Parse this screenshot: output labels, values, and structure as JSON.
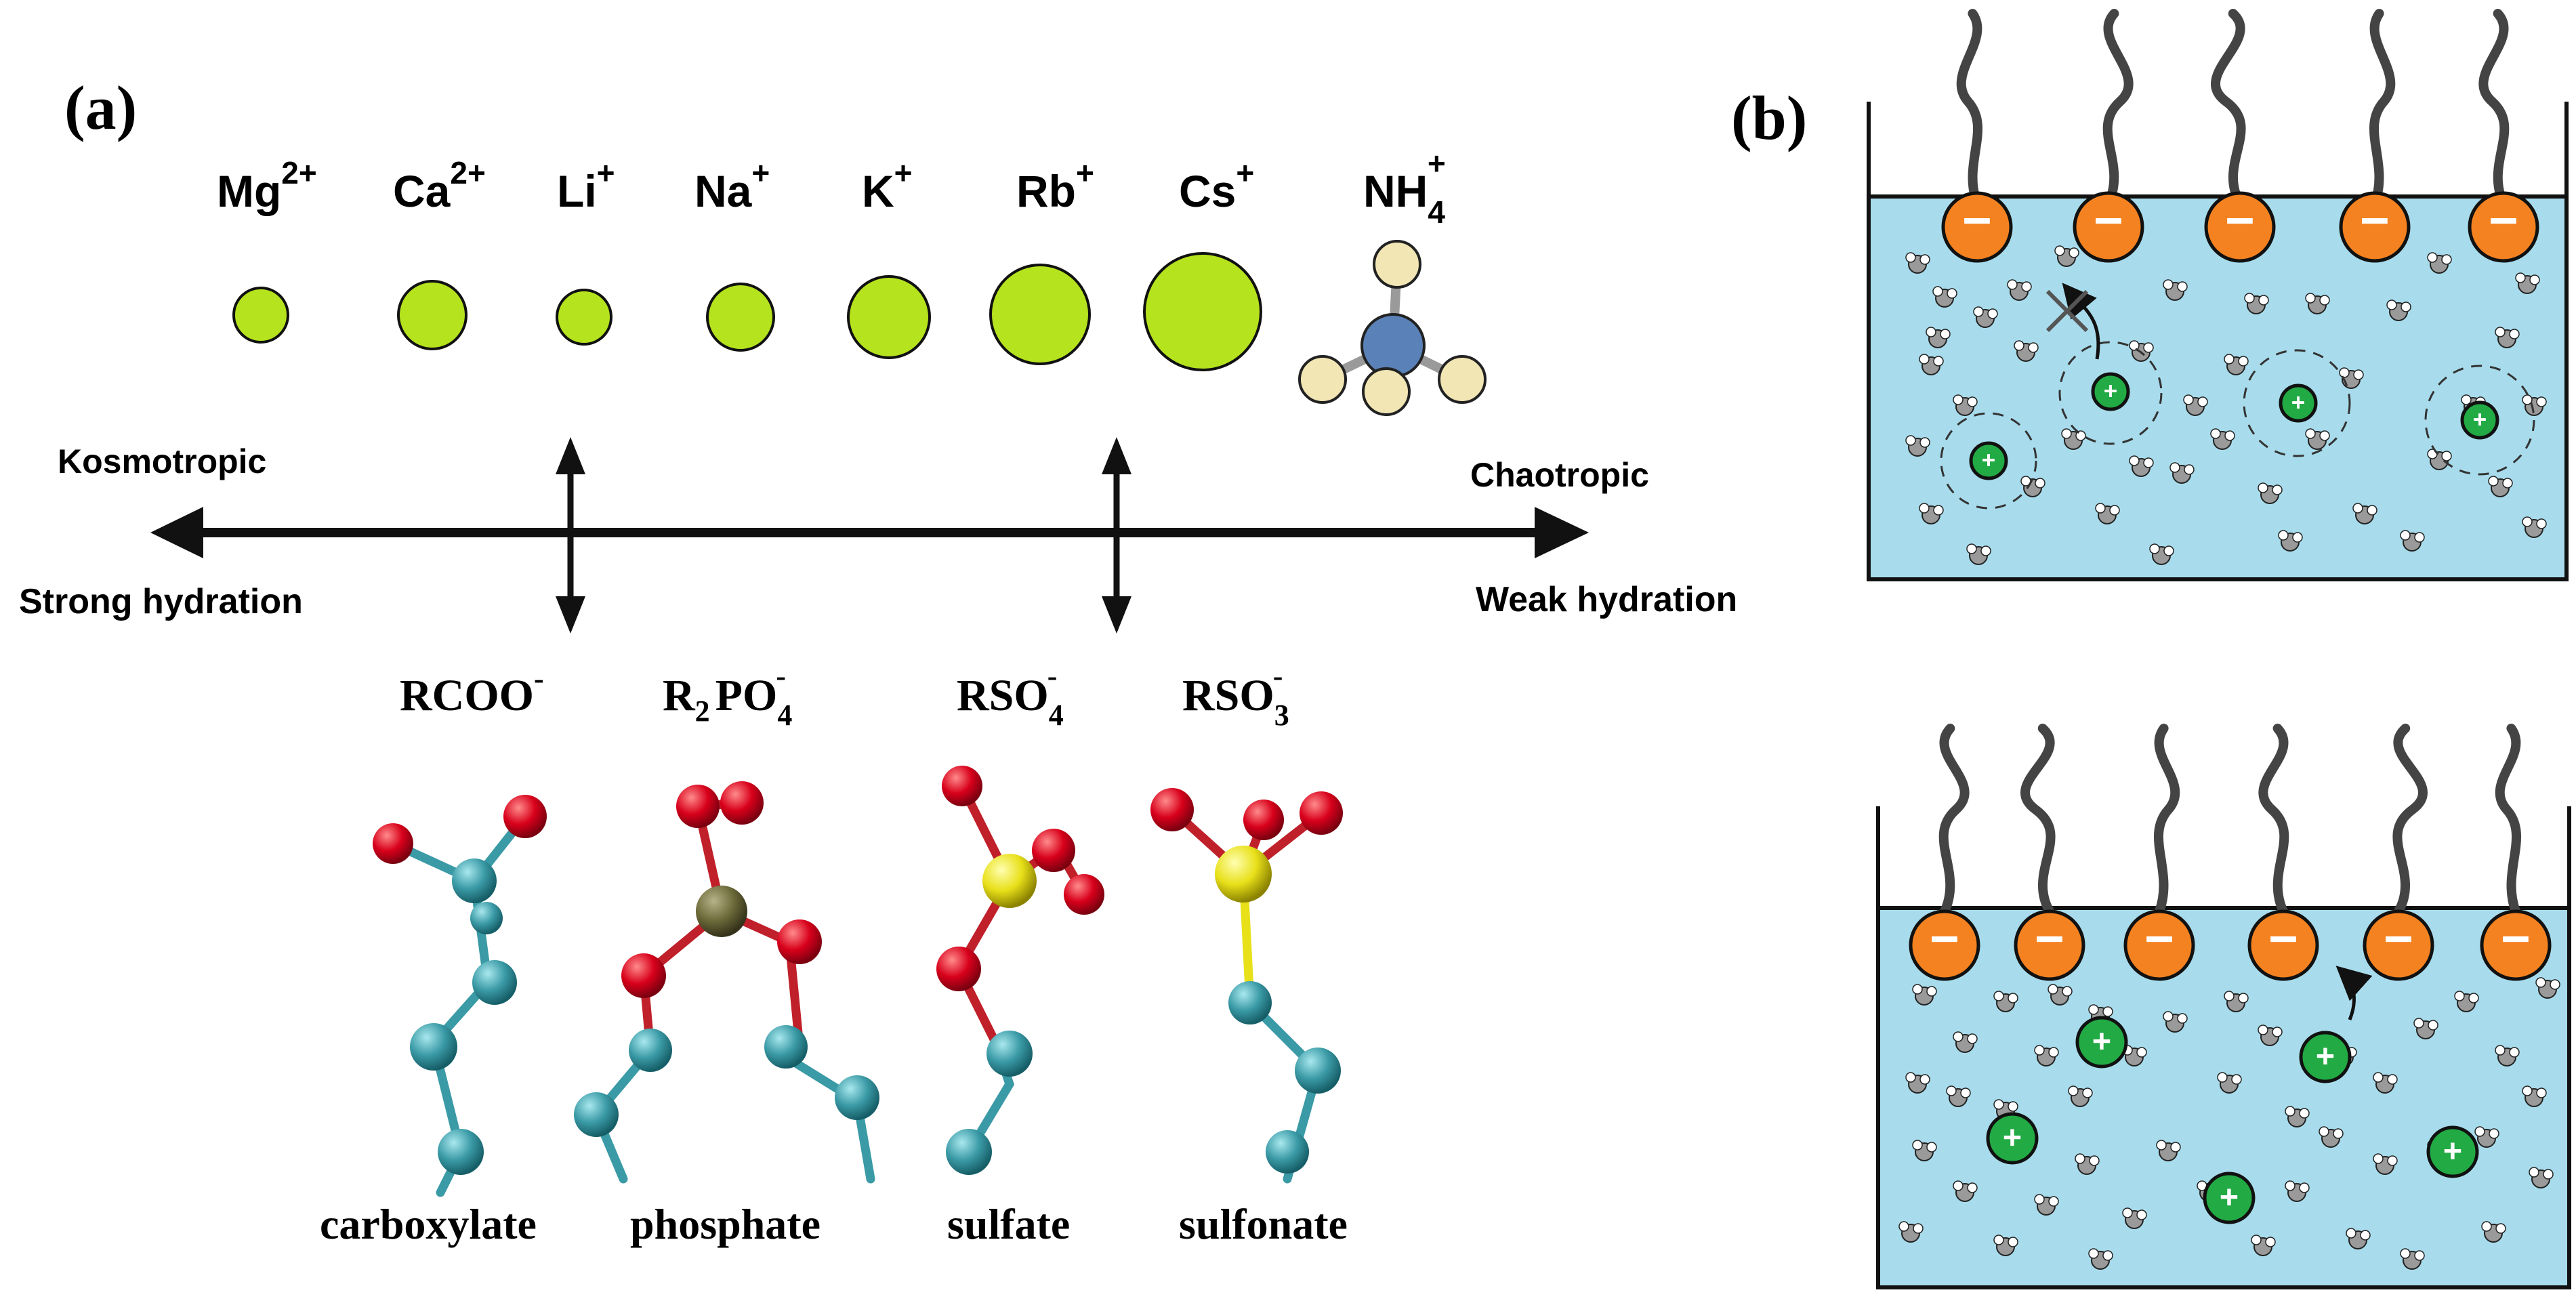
{
  "panel_a": {
    "label": "(a)",
    "cations": [
      {
        "base": "Mg",
        "sup": "2+"
      },
      {
        "base": "Ca",
        "sup": "2+"
      },
      {
        "base": "Li",
        "sup": "+"
      },
      {
        "base": "Na",
        "sup": "+"
      },
      {
        "base": "K",
        "sup": "+"
      },
      {
        "base": "Rb",
        "sup": "+"
      },
      {
        "base": "Cs",
        "sup": "+"
      },
      {
        "base": "NH",
        "sub": "4",
        "sup": "+"
      }
    ],
    "scale": {
      "left_top": "Kosmotropic",
      "left_bottom": "Strong hydration",
      "right_top": "Chaotropic",
      "right_bottom": "Weak hydration"
    },
    "anions": [
      {
        "formula": "RCOO",
        "sup": "-",
        "name": "carboxylate"
      },
      {
        "formula_pre": "R",
        "pre_sub": "2",
        "formula": "PO",
        "sub": "4",
        "sup": "-",
        "name": "phosphate"
      },
      {
        "formula": "RSO",
        "sub": "4",
        "sup": "-",
        "name": "sulfate"
      },
      {
        "formula": "RSO",
        "sub": "3",
        "sup": "-",
        "name": "sulfonate"
      }
    ]
  },
  "panel_b": {
    "label": "(b)",
    "surface_charge": "−",
    "counterion_charge": "+"
  },
  "colors": {
    "cation": "#b5e31e",
    "carbon": "#3a9aa6",
    "oxygen": "#d8001b",
    "phosphorus": "#6d6a3a",
    "sulfur": "#e8e019",
    "water_box": "#a8dcec",
    "headgroup": "#f58220",
    "counterion": "#22aa44",
    "nitrogen": "#5a82b8",
    "hydrogen": "#f2e6b5"
  }
}
